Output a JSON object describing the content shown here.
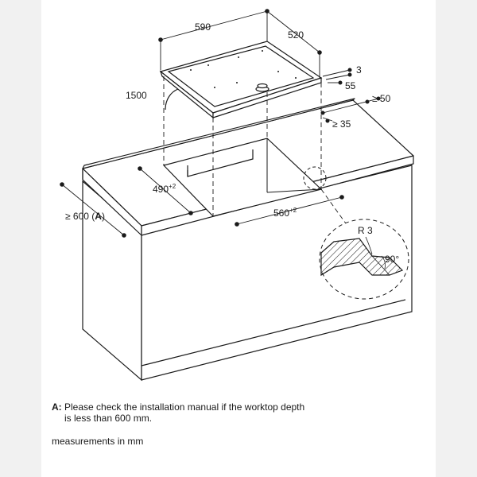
{
  "dimensions": {
    "hob_width": "590",
    "hob_depth": "520",
    "cable_length": "1500",
    "hob_thickness": "3",
    "hob_height": "55",
    "min_rear_distance": "≥ 50",
    "min_front_distance": "≥ 35",
    "cutout_depth_value": "490",
    "cutout_depth_tol": "+2",
    "cutout_width_value": "560",
    "cutout_width_tol": "+2",
    "worktop_depth_prefix": "≥ 600 (",
    "worktop_depth_ref": "A",
    "worktop_depth_suffix": ")",
    "radius": "R 3",
    "angle": "90°"
  },
  "notes": {
    "footnote_label": "A",
    "footnote_colon": ":",
    "footnote_line1": "Please check the installation manual if the worktop depth",
    "footnote_line2": "is less than 600 mm.",
    "units": "measurements in mm"
  }
}
